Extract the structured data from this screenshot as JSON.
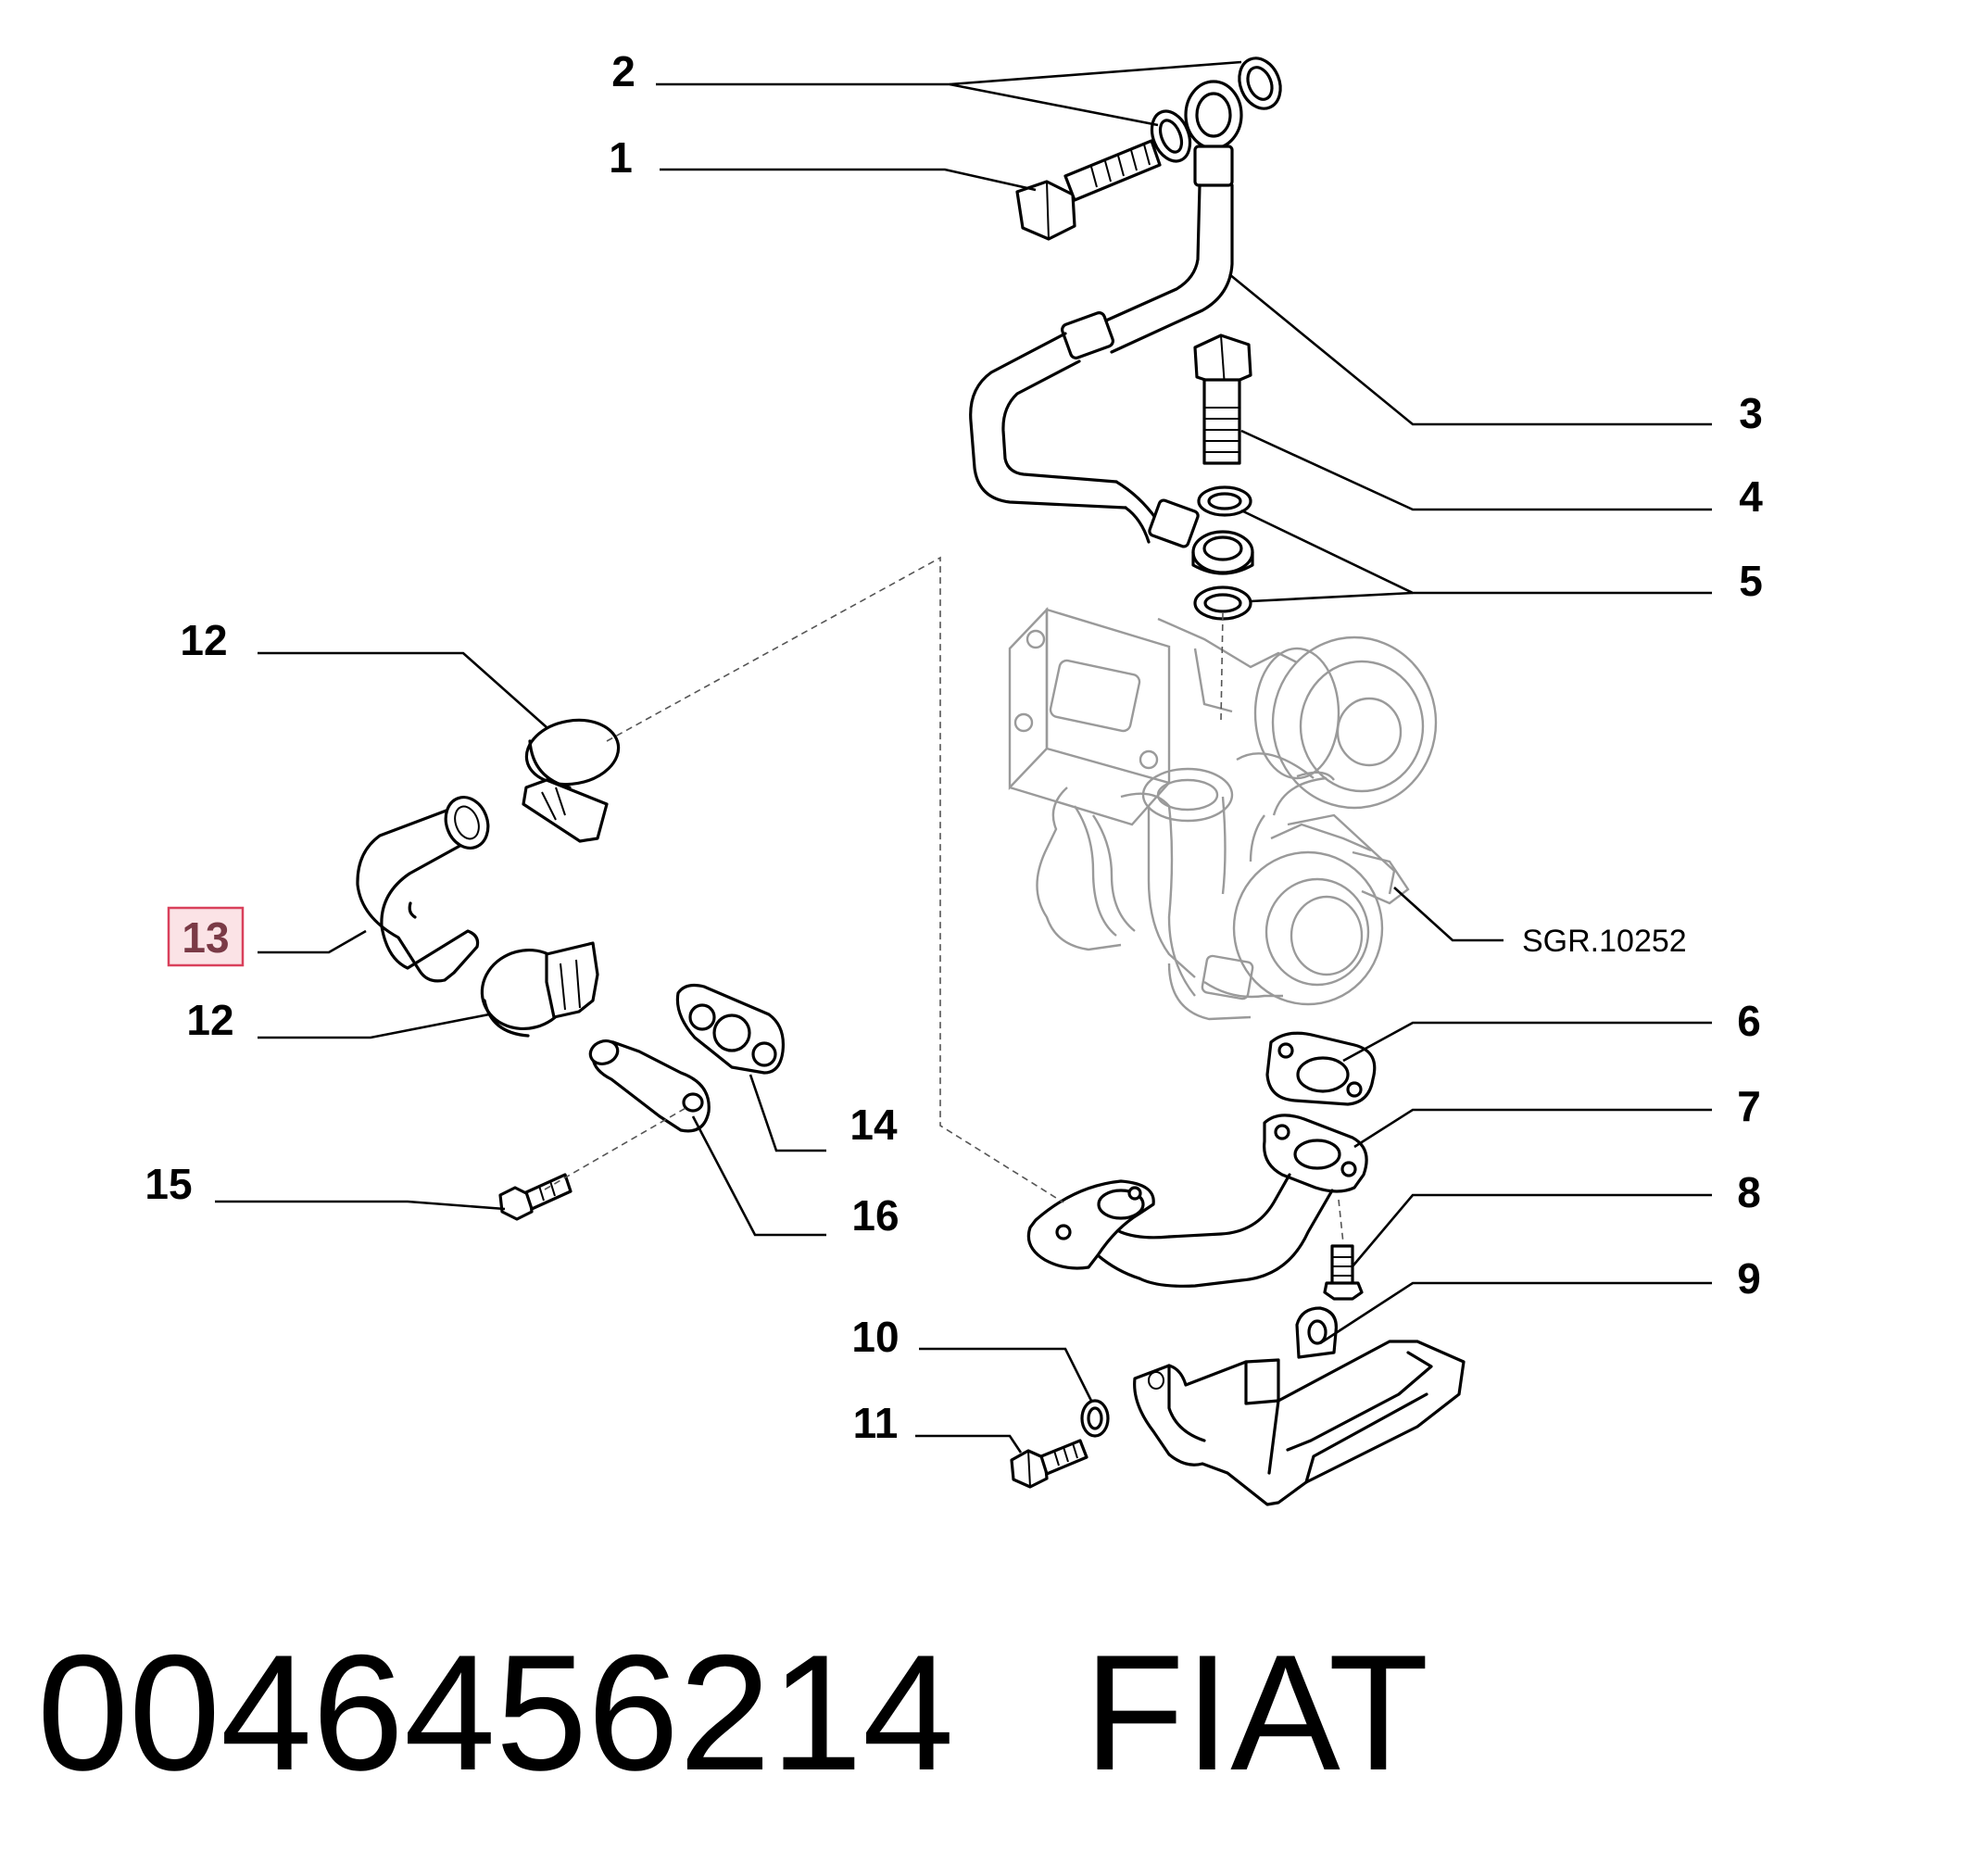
{
  "callouts": {
    "c1": "1",
    "c2": "2",
    "c3": "3",
    "c4": "4",
    "c5": "5",
    "c6": "6",
    "c7": "7",
    "c8": "8",
    "c9": "9",
    "c10": "10",
    "c11": "11",
    "c12a": "12",
    "c12b": "12",
    "c13": "13",
    "c14": "14",
    "c15": "15",
    "c16": "16"
  },
  "highlighted_callout": "13",
  "drawing_reference": "SGR.10252",
  "footer": {
    "part_number": "0046456214",
    "brand": "FIAT"
  },
  "colors": {
    "highlight_fill": "#fbe3e6",
    "highlight_border": "#d9405b",
    "highlight_text": "#7a3a46"
  }
}
